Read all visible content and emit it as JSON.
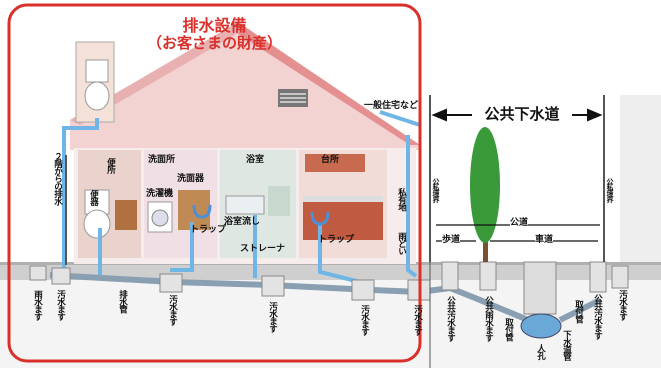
{
  "private_area": {
    "title_line1": "排水設備",
    "title_line2": "（お客さまの財産）",
    "accent_color": "#d9302b"
  },
  "public_area": {
    "title": "公共下水道"
  },
  "labels": {
    "second_floor_drain": "２階からの排水",
    "toilet_room": "便所",
    "toilet": "便器",
    "washroom": "洗面所",
    "washing_machine": "洗濯機",
    "wash_basin": "洗面器",
    "trap_1": "トラップ",
    "bathroom": "浴室",
    "bath_drain": "浴室流し",
    "strainer": "ストレーナ",
    "kitchen": "台所",
    "trap_2": "トラップ",
    "general_house": "一般住宅など",
    "private_land": "私有地",
    "downspout": "雨どい",
    "rain_basin": "雨水ます",
    "sewage_basin_1": "汚水ます",
    "drain_pipe": "排水管",
    "sewage_basin_2": "汚水ます",
    "sewage_basin_3": "汚水ます",
    "sewage_basin_4": "汚水ます",
    "sewage_basin_5": "汚水ます",
    "boundary_left": "公私境界",
    "boundary_right": "公私境界",
    "public_road": "公道",
    "sidewalk": "歩道",
    "roadway": "車道",
    "public_sewage_basin_left": "公共汚水ます",
    "public_rain_basin": "公共雨水ます",
    "connection_pipe_1": "取付管",
    "manhole": "人孔",
    "sewer_pipe": "下水道管",
    "connection_pipe_2": "取付管",
    "public_sewage_basin_right": "公共汚水ます",
    "sewage_basin_outer": "汚水ます"
  },
  "colors": {
    "pipe": "#6fb6e6",
    "ground": "#c9c9c9",
    "ground_dark": "#a9a9a9",
    "roof": "#e59a9a",
    "wall": "#f8eeee",
    "room_bg": "#f3d5d5"
  }
}
